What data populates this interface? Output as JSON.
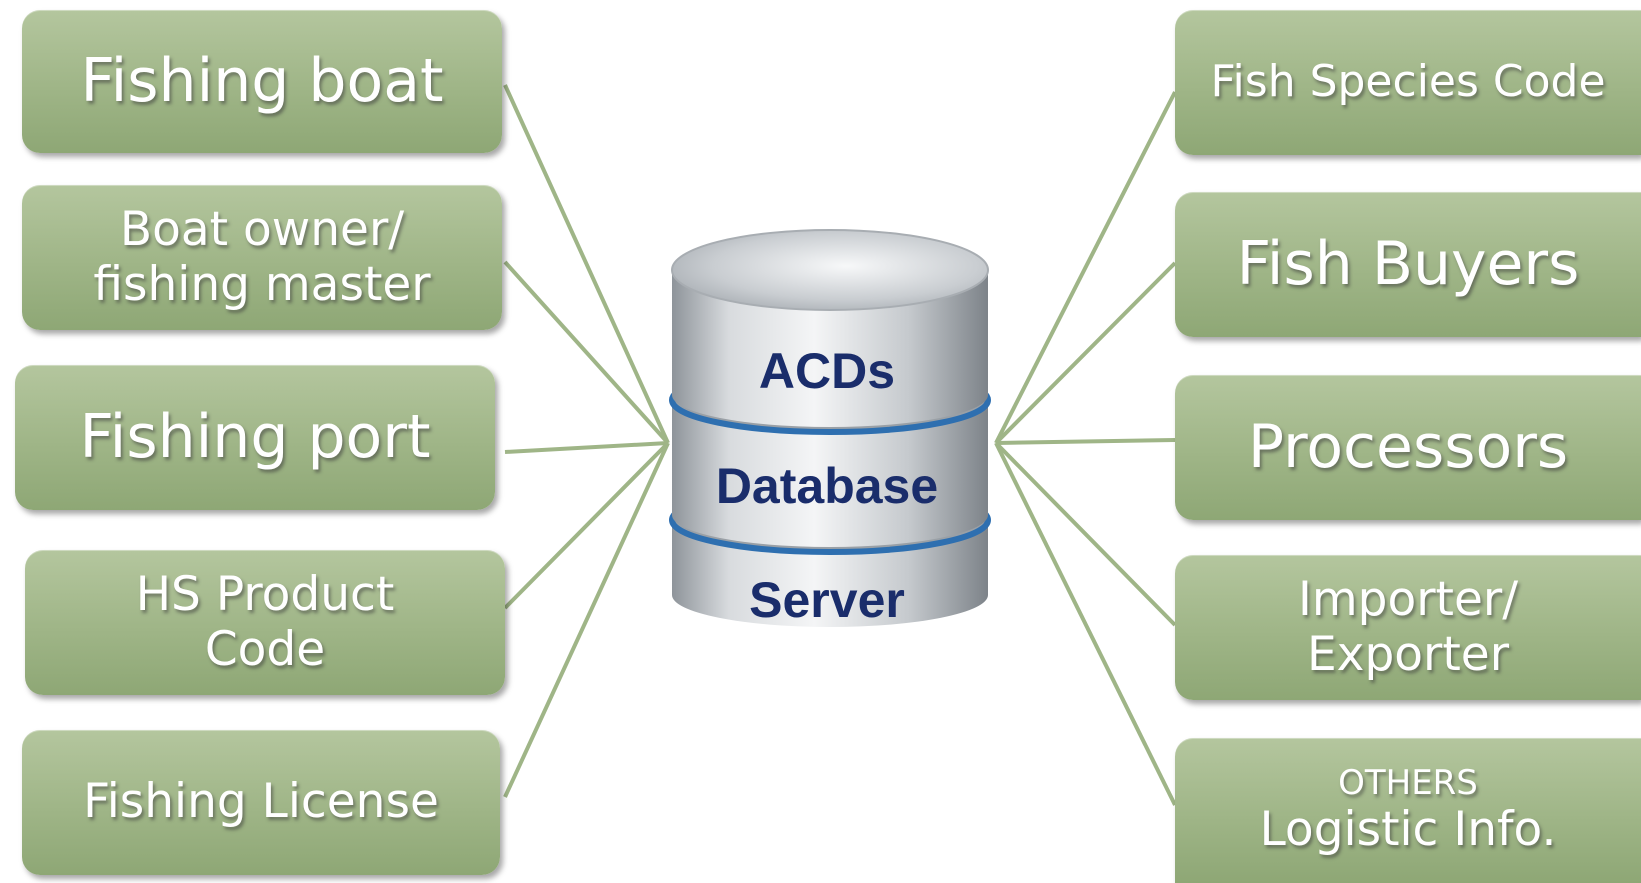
{
  "left_items": [
    {
      "lines": [
        "Fishing boat"
      ]
    },
    {
      "lines": [
        "Boat owner/",
        "fishing master"
      ]
    },
    {
      "lines": [
        "Fishing port"
      ]
    },
    {
      "lines": [
        "HS Product",
        "Code"
      ]
    },
    {
      "lines": [
        "Fishing License"
      ]
    }
  ],
  "right_items": [
    {
      "lines": [
        "Fish Species Code"
      ]
    },
    {
      "lines": [
        "Fish Buyers"
      ]
    },
    {
      "lines": [
        "Processors"
      ]
    },
    {
      "lines": [
        "Importer/",
        "Exporter"
      ]
    },
    {
      "lines": [
        "OTHERS",
        "Logistic Info."
      ]
    }
  ],
  "database": {
    "layers": [
      "ACDs",
      "Database",
      "Server"
    ]
  },
  "colors": {
    "box": "#9fb587",
    "connector": "#9fb587",
    "db_text": "#1a2d6b",
    "db_ring": "#2e6fb0"
  }
}
